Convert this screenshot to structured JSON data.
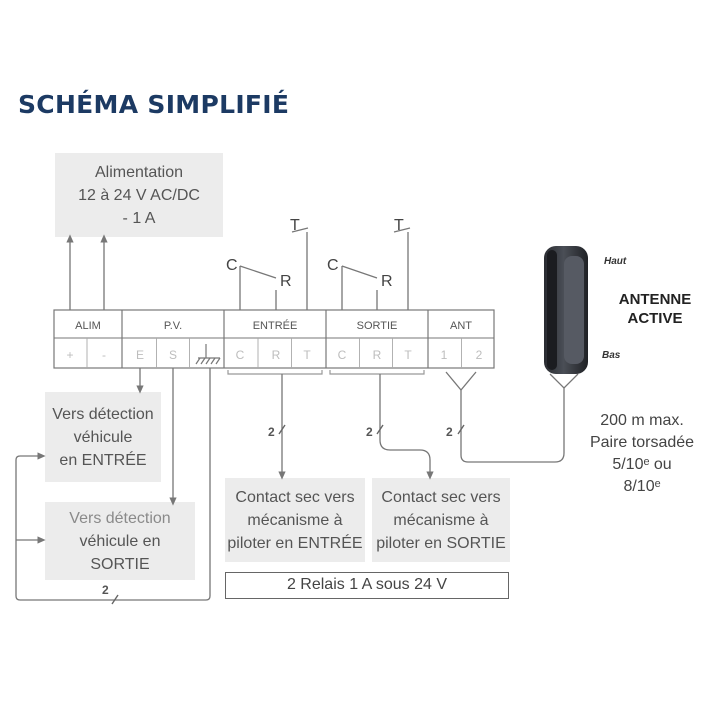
{
  "title": "SCHÉMA SIMPLIFIÉ",
  "power_box": [
    "Alimentation",
    "12 à 24 V AC/DC",
    "- 1 A"
  ],
  "terminal_groups": [
    {
      "name": "ALIM",
      "pins": [
        "+",
        "-"
      ]
    },
    {
      "name": "P.V.",
      "pins": [
        "E",
        "S",
        "ground"
      ]
    },
    {
      "name": "ENTRÉE",
      "pins": [
        "C",
        "R",
        "T"
      ]
    },
    {
      "name": "SORTIE",
      "pins": [
        "C",
        "R",
        "T"
      ]
    },
    {
      "name": "ANT",
      "pins": [
        "1",
        "2"
      ]
    }
  ],
  "relay_labels": {
    "c": "C",
    "r": "R",
    "t": "T"
  },
  "wire_count": "2",
  "antenna": {
    "title": [
      "ANTENNE",
      "ACTIVE"
    ],
    "top": "Haut",
    "bottom": "Bas"
  },
  "cable_note": [
    "200 m max.",
    "Paire torsadée",
    "5/10ᵉ ou",
    "8/10ᵉ"
  ],
  "detect_entry_box": [
    "Vers détection",
    "véhicule",
    "en ENTRÉE"
  ],
  "detect_exit_box": [
    "Vers détection",
    "véhicule en",
    "SORTIE"
  ],
  "contact_entry_box": [
    "Contact sec vers",
    "mécanisme à",
    "piloter en ENTRÉE"
  ],
  "contact_exit_box": [
    "Contact sec vers",
    "mécanisme à",
    "piloter en SORTIE"
  ],
  "relays_box": "2 Relais 1 A sous 24 V",
  "colors": {
    "title": "#1c3a63",
    "wire": "#777777",
    "box": "#ececec",
    "terminal_text": "#bdbdbd"
  }
}
